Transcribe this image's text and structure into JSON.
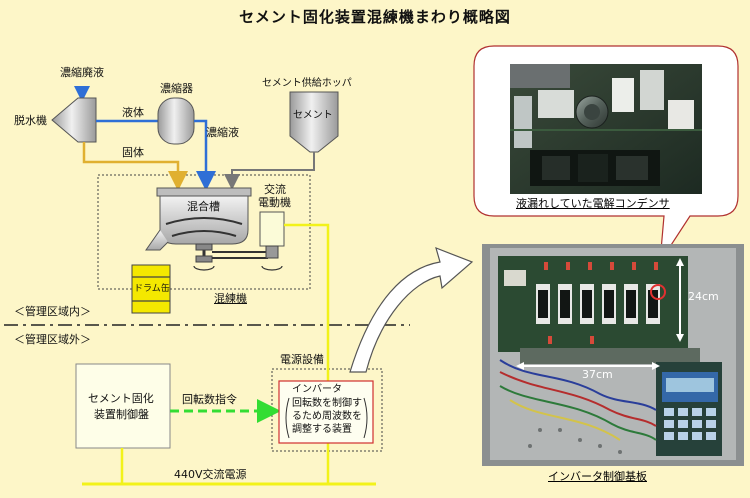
{
  "title": "セメント固化装置混練機まわり概略図",
  "labels": {
    "concentrated_waste": "濃縮廃液",
    "dewaterer": "脱水機",
    "liquid": "液体",
    "solid": "固体",
    "concentrator": "濃縮器",
    "concentrate": "濃縮液",
    "hopper": "セメント供給ホッパ",
    "cement": "セメント",
    "mixing_tank": "混合槽",
    "ac_motor_line1": "交流",
    "ac_motor_line2": "電動機",
    "drum": "ドラム缶",
    "mixer": "混練機",
    "controlled_area_in": "＜管理区域内＞",
    "controlled_area_out": "＜管理区域外＞",
    "power_equipment": "電源設備",
    "inverter_title": "インバータ",
    "inverter_desc_1": "回転数を制御す",
    "inverter_desc_2": "るため周波数を",
    "inverter_desc_3": "調整する装置",
    "control_panel_line1": "セメント固化",
    "control_panel_line2": "装置制御盤",
    "rpm_command": "回転数指令",
    "power_supply": "440V交流電源"
  },
  "photos": {
    "capacitor_caption": "液漏れしていた電解コンデンサ",
    "board_caption": "インバータ制御基板",
    "dim_height": "24cm",
    "dim_width": "37cm"
  },
  "colors": {
    "background": "#fdf6c8",
    "liquid_line": "#2f6fd6",
    "solid_line": "#e0b030",
    "power_line": "#f2f21a",
    "command_line": "#33dd33",
    "equipment_gray": "#c8c8c8",
    "drum": "#f4e800",
    "inverter_border": "#d03030"
  }
}
